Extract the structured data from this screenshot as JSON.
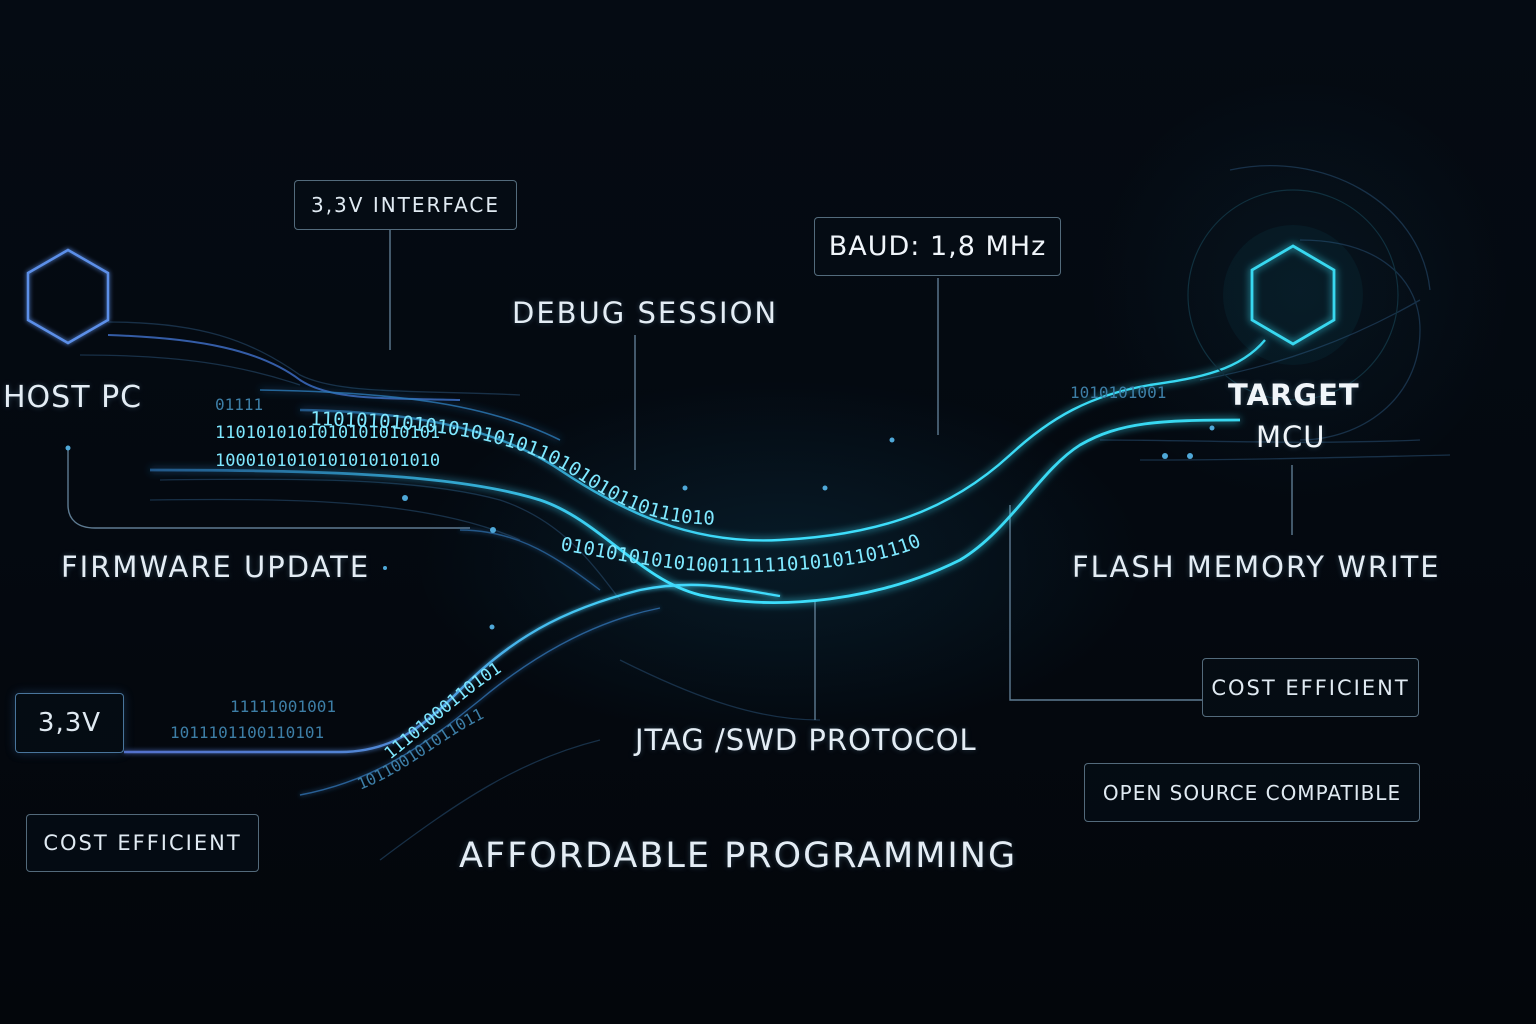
{
  "nodes": {
    "host": {
      "label": "HOST PC",
      "color": "#5b8fe8"
    },
    "target": {
      "label_line1": "TARGET",
      "label_line2": "MCU",
      "color": "#38d8f0"
    }
  },
  "labels": {
    "interface_box": "3,3V INTERFACE",
    "baud_box": "BAUD: 1,8 MHz",
    "debug_session": "DEBUG SESSION",
    "firmware_update": "FIRMWARE UPDATE",
    "flash_memory_write": "FLASH MEMORY WRITE",
    "voltage_box": "3,3V",
    "cost_efficient_left": "COST EFFICIENT",
    "cost_efficient_right": "COST EFFICIENT",
    "open_source": "OPEN SOURCE COMPATIBLE",
    "protocol": "JTAG /SWD PROTOCOL",
    "footer": "AFFORDABLE PROGRAMMING"
  },
  "binary_streams": {
    "upper_main": "1101010101010101010110101010110111010",
    "lower_main": "01010101010100111111010101101110",
    "top_left_a": "01111",
    "top_left_b": "1101010101010101010101",
    "top_left_c": "1000101010101010101010",
    "right_top": "1010101001",
    "bottom_diag_a": "11101000110101",
    "bottom_diag_b": "101100101011011",
    "bottom_left_row": "11111001001",
    "bottom_left_row2": "1011101100110101"
  },
  "colors": {
    "accent_cyan": "#38d8f0",
    "accent_blue": "#5b8fe8",
    "background": "#03070d"
  }
}
